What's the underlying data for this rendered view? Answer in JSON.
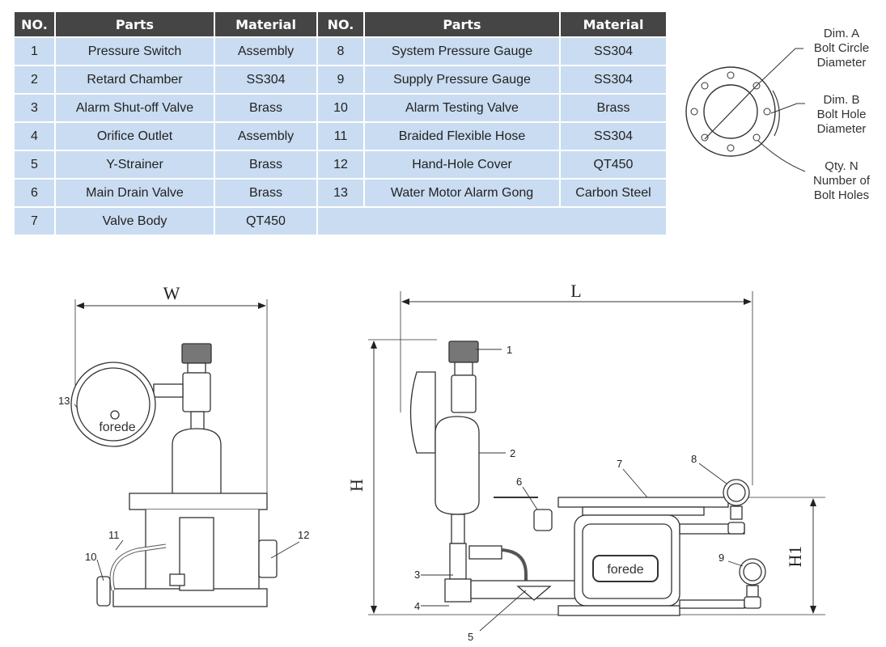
{
  "table": {
    "headers": [
      "NO.",
      "Parts",
      "Material",
      "NO.",
      "Parts",
      "Material"
    ],
    "rows": [
      {
        "no1": "1",
        "part1": "Pressure Switch",
        "mat1": "Assembly",
        "no2": "8",
        "part2": "System Pressure Gauge",
        "mat2": "SS304"
      },
      {
        "no1": "2",
        "part1": "Retard Chamber",
        "mat1": "SS304",
        "no2": "9",
        "part2": "Supply Pressure Gauge",
        "mat2": "SS304"
      },
      {
        "no1": "3",
        "part1": "Alarm Shut-off Valve",
        "mat1": "Brass",
        "no2": "10",
        "part2": "Alarm Testing Valve",
        "mat2": "Brass"
      },
      {
        "no1": "4",
        "part1": "Orifice Outlet",
        "mat1": "Assembly",
        "no2": "11",
        "part2": "Braided Flexible Hose",
        "mat2": "SS304"
      },
      {
        "no1": "5",
        "part1": "Y-Strainer",
        "mat1": "Brass",
        "no2": "12",
        "part2": "Hand-Hole Cover",
        "mat2": "QT450"
      },
      {
        "no1": "6",
        "part1": "Main Drain Valve",
        "mat1": "Brass",
        "no2": "13",
        "part2": "Water Motor Alarm Gong",
        "mat2": "Carbon Steel"
      },
      {
        "no1": "7",
        "part1": "Valve Body",
        "mat1": "QT450",
        "no2": "",
        "part2": "",
        "mat2": ""
      }
    ]
  },
  "flange": {
    "dim_a": [
      "Dim. A",
      "Bolt Circle",
      "Diameter"
    ],
    "dim_b": [
      "Dim. B",
      "Bolt Hole",
      "Diameter"
    ],
    "qty_n": [
      "Qty. N",
      "Number of",
      "Bolt Holes"
    ]
  },
  "dimensions": {
    "w": "W",
    "l": "L",
    "h": "H",
    "h1": "H1"
  },
  "callouts": {
    "c1": "1",
    "c2": "2",
    "c3": "3",
    "c4": "4",
    "c5": "5",
    "c6": "6",
    "c7": "7",
    "c8": "8",
    "c9": "9",
    "c10": "10",
    "c11": "11",
    "c12": "12",
    "c13": "13"
  },
  "brand": "forede"
}
